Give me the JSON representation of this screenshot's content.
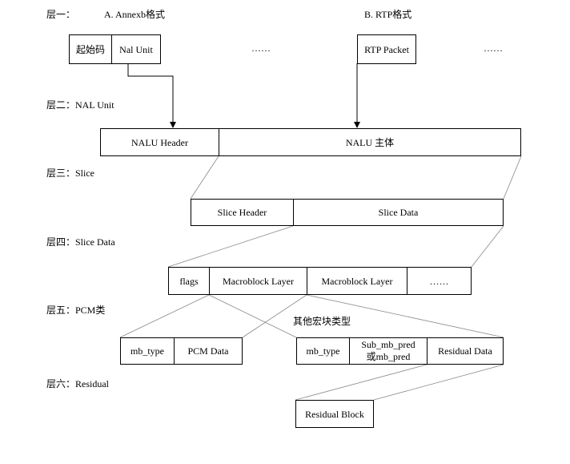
{
  "layers": {
    "layer1": "层一：",
    "layer2": "层二：NAL Unit",
    "layer3": "层三：Slice",
    "layer4": "层四：Slice Data",
    "layer5": "层五：PCM类",
    "layer6": "层六：Residual"
  },
  "format_a": {
    "title": "A. Annexb格式",
    "start_code": "起始码",
    "nal_unit": "Nal Unit",
    "ellipsis": "……"
  },
  "format_b": {
    "title": "B. RTP格式",
    "rtp_packet": "RTP Packet",
    "ellipsis": "……"
  },
  "nal": {
    "header": "NALU Header",
    "body": "NALU 主体"
  },
  "slice": {
    "header": "Slice Header",
    "data": "Slice Data"
  },
  "slice_data": {
    "flags": "flags",
    "mb_layer_1": "Macroblock Layer",
    "mb_layer_2": "Macroblock Layer",
    "ellipsis": "……"
  },
  "pcm": {
    "mb_type": "mb_type",
    "pcm_data": "PCM Data"
  },
  "other": {
    "title": "其他宏块类型",
    "mb_type": "mb_type",
    "pred_line1": "Sub_mb_pred",
    "pred_line2": "或mb_pred",
    "residual_data": "Residual Data"
  },
  "residual": {
    "block": "Residual Block"
  },
  "colors": {
    "line": "#000000",
    "zoom_line": "#888888"
  }
}
